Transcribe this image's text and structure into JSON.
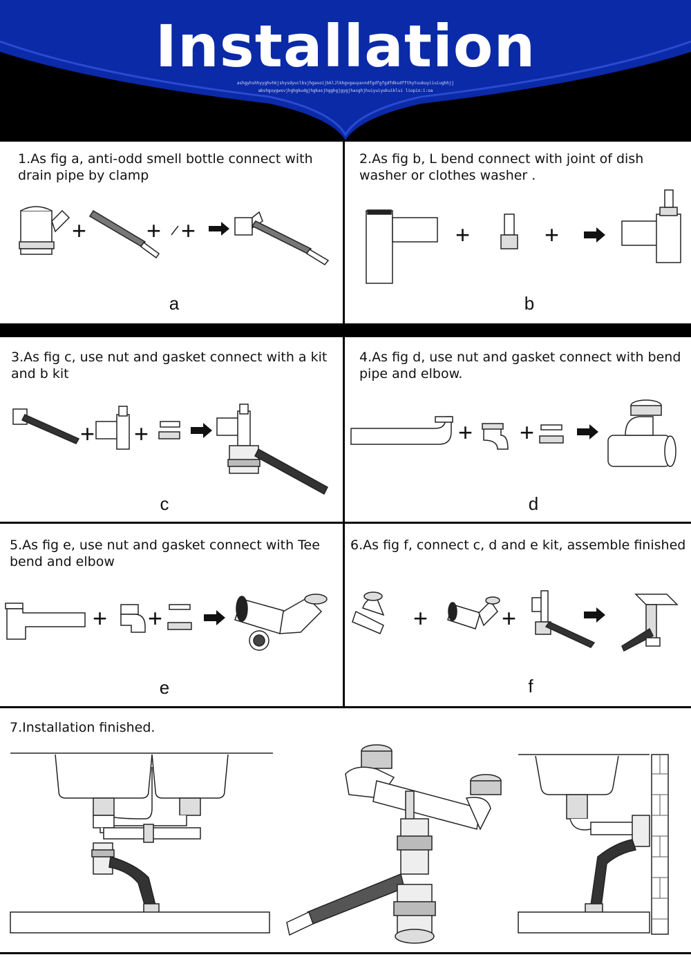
{
  "header": {
    "title": "Installation",
    "subtitle_line1": "ashgyhshhyyghvhkjshysdyuclbsjhgasoijbklJlkhgvgauyavndfgdfgfgdfdksdffthytuukuyiiuiughhjj",
    "subtitle_line2": "abshguygwsvjhghgkudgjhgkasjhgghgjgygjhasghjhuiyuiyukuiklui liopio:i:oa",
    "colors": {
      "banner": "#0a2aa8",
      "background": "#000000"
    }
  },
  "steps": [
    {
      "id": "1",
      "text": "1.As fig a, anti-odd smell bottle connect with drain pipe by clamp",
      "fig": "a"
    },
    {
      "id": "2",
      "text": "2.As fig b, L bend connect with joint of dish washer or clothes washer .",
      "fig": "b"
    },
    {
      "id": "3",
      "text": "3.As fig c, use nut and gasket connect with a kit and b kit",
      "fig": "c"
    },
    {
      "id": "4",
      "text": "4.As fig d, use nut and gasket connect with bend pipe and elbow.",
      "fig": "d"
    },
    {
      "id": "5",
      "text": "5.As fig e, use nut and gasket connect with Tee bend and elbow",
      "fig": "e"
    },
    {
      "id": "6",
      "text": "6.As fig f, connect c, d and e kit, assemble finished",
      "fig": "f"
    },
    {
      "id": "7",
      "text": "7.Installation finished.",
      "fig": ""
    }
  ],
  "symbols": {
    "plus": "+",
    "slash": "/"
  }
}
